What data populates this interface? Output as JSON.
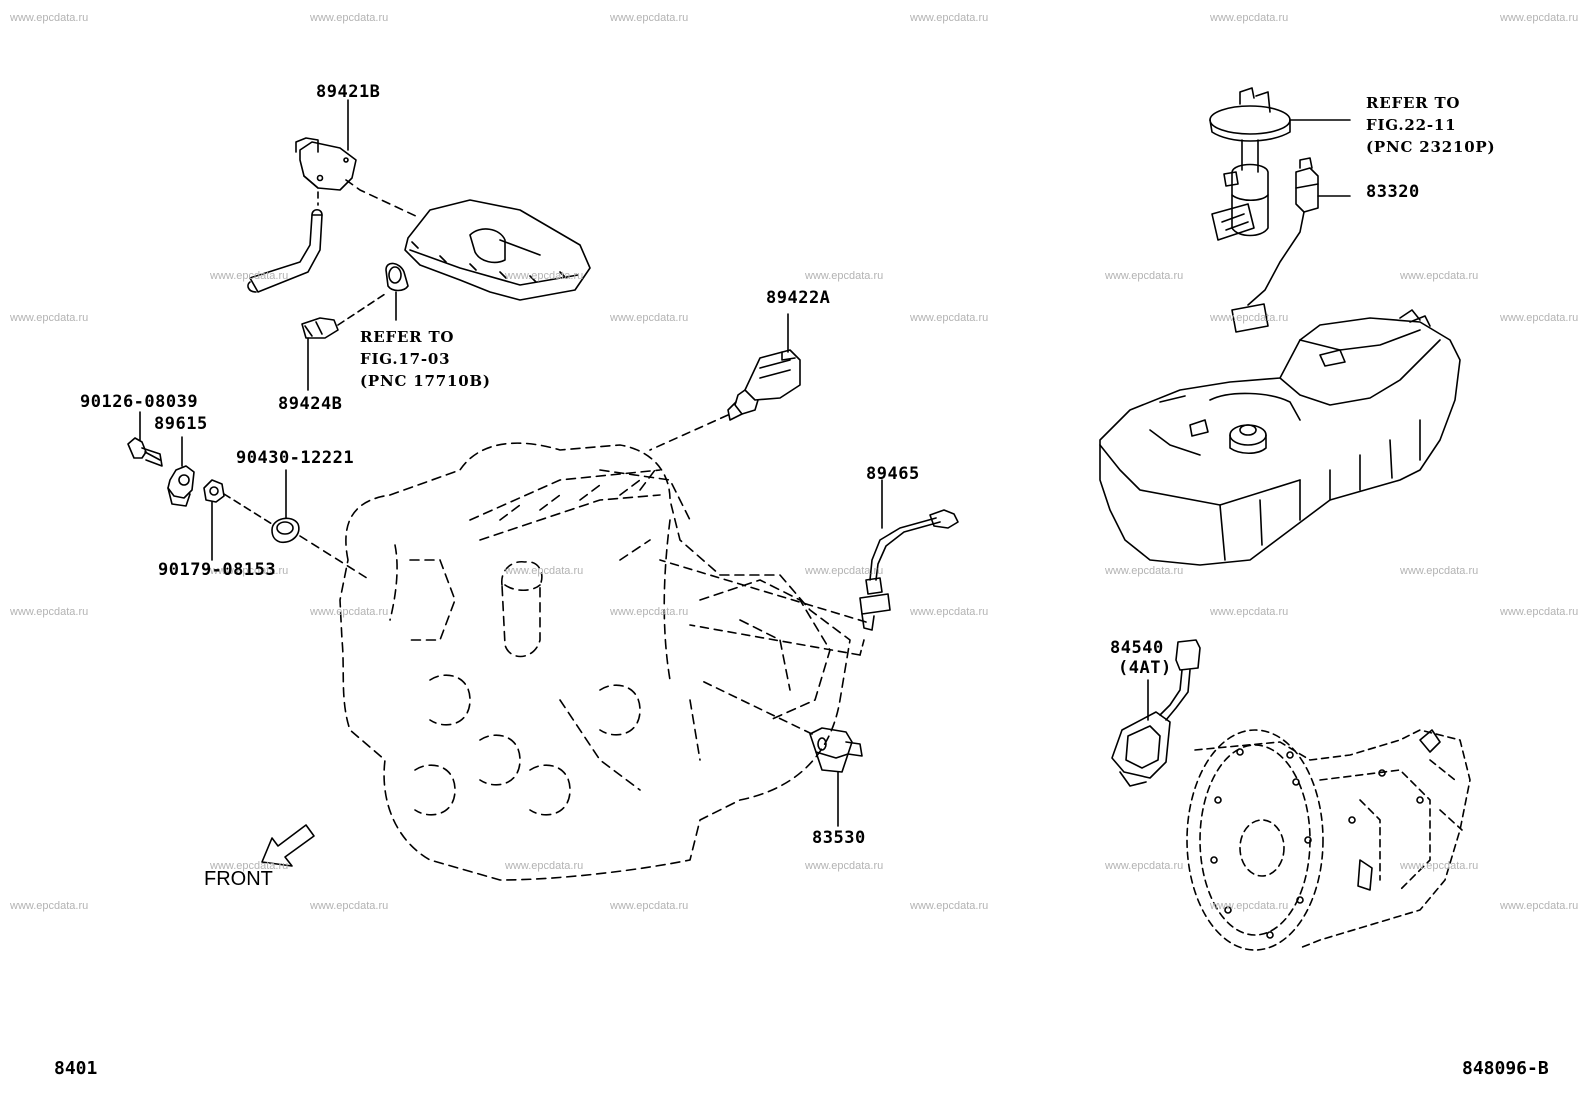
{
  "watermark": "www.epcdata.ru",
  "labels": {
    "p89421B": "89421B",
    "p89424B": "89424B",
    "p89422A": "89422A",
    "p90126": "90126-08039",
    "p89615": "89615",
    "p90430": "90430-12221",
    "p90179": "90179-08153",
    "p89465": "89465",
    "p83530": "83530",
    "p83320": "83320",
    "p84540": "84540",
    "p84540_sub": "(4AT)"
  },
  "notes": {
    "ref17": [
      "REFER TO",
      "FIG.17-03",
      "(PNC 17710B)"
    ],
    "ref22": [
      "REFER TO",
      "FIG.22-11",
      "(PNC 23210P)"
    ]
  },
  "direction": {
    "label": "FRONT"
  },
  "footer": {
    "left": "8401",
    "right": "848096-B"
  },
  "icons": [
    "front-arrow-icon"
  ]
}
